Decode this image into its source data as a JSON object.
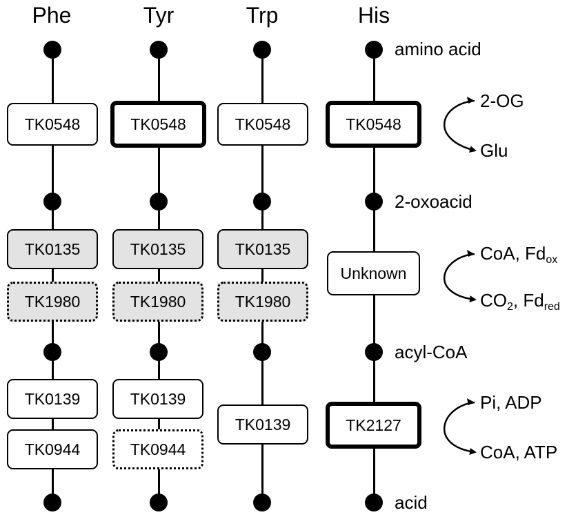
{
  "columns": {
    "phe": "Phe",
    "tyr": "Tyr",
    "trp": "Trp",
    "his": "His"
  },
  "enzymes": {
    "phe": {
      "tk0548": "TK0548",
      "tk0135": "TK0135",
      "tk1980": "TK1980",
      "tk0139": "TK0139",
      "tk0944": "TK0944"
    },
    "tyr": {
      "tk0548": "TK0548",
      "tk0135": "TK0135",
      "tk1980": "TK1980",
      "tk0139": "TK0139",
      "tk0944": "TK0944"
    },
    "trp": {
      "tk0548": "TK0548",
      "tk0135": "TK0135",
      "tk1980": "TK1980",
      "tk0139": "TK0139"
    },
    "his": {
      "tk0548": "TK0548",
      "unknown": "Unknown",
      "tk2127": "TK2127"
    }
  },
  "metabolites": {
    "amino_acid": "amino acid",
    "oxoacid": "2-oxoacid",
    "acyl_coa": "acyl-CoA",
    "acid": "acid"
  },
  "cofactors": {
    "step1_in": "2-OG",
    "step1_out": "Glu",
    "step2_in_main": "CoA, Fd",
    "step2_in_sub": "ox",
    "step2_out_a": "CO",
    "step2_out_a_sub": "2",
    "step2_out_b": ", Fd",
    "step2_out_b_sub": "red",
    "step3_in": "Pi, ADP",
    "step3_out": "CoA, ATP"
  }
}
